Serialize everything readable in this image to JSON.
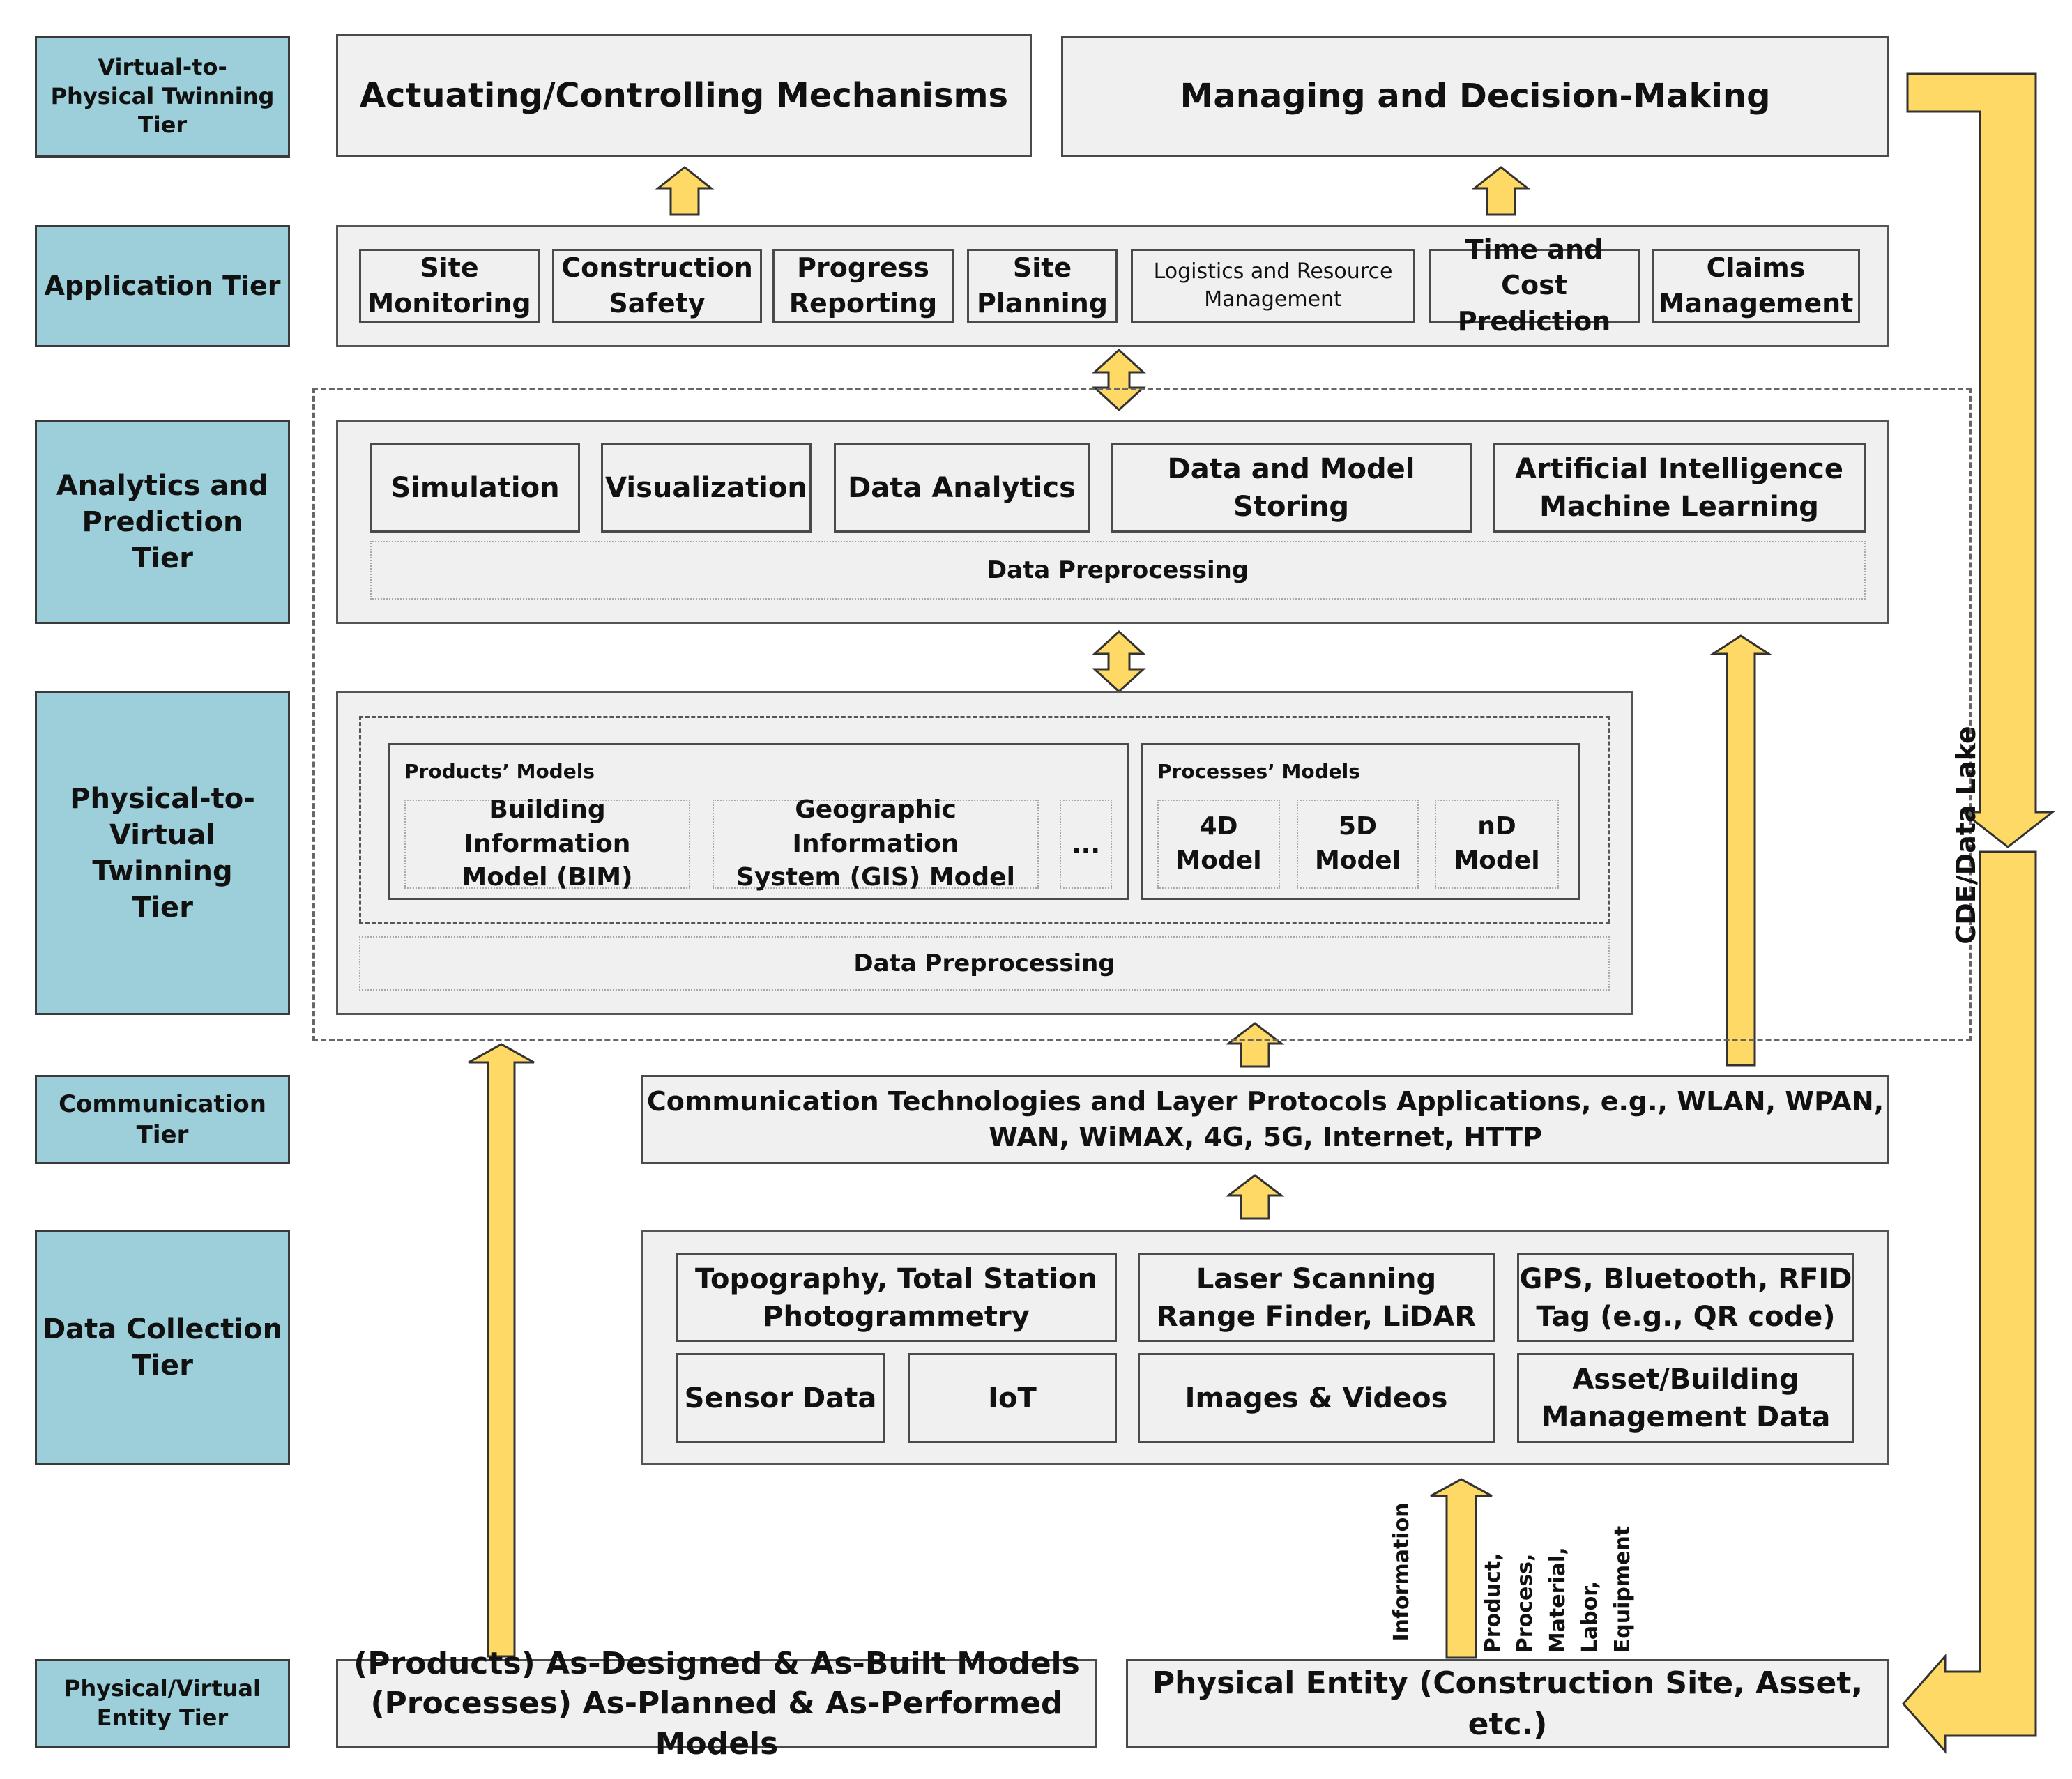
{
  "tiers": {
    "virtual_to_physical": "Virtual-to-\nPhysical Twinning\nTier",
    "application": "Application Tier",
    "analytics": "Analytics and\nPrediction\nTier",
    "physical_to_virtual": "Physical-to-\nVirtual Twinning\nTier",
    "communication": "Communication\nTier",
    "data_collection": "Data Collection\nTier",
    "entity": "Physical/Virtual\nEntity Tier"
  },
  "v2p": {
    "actuating": "Actuating/Controlling Mechanisms",
    "managing": "Managing and Decision-Making"
  },
  "application": {
    "items": [
      "Site\nMonitoring",
      "Construction\nSafety",
      "Progress\nReporting",
      "Site\nPlanning",
      "Logistics and Resource\nManagement",
      "Time and Cost\nPrediction",
      "Claims\nManagement"
    ]
  },
  "analytics": {
    "items": [
      "Simulation",
      "Visualization",
      "Data Analytics",
      "Data and Model Storing",
      "Artificial Intelligence\nMachine Learning"
    ],
    "preprocessing": "Data Preprocessing"
  },
  "p2v": {
    "products_label": "Products’ Models",
    "products": [
      "Building Information\nModel (BIM)",
      "Geographic Information\nSystem (GIS) Model",
      "..."
    ],
    "processes_label": "Processes’ Models",
    "processes": [
      "4D\nModel",
      "5D\nModel",
      "nD\nModel"
    ],
    "preprocessing": "Data Preprocessing"
  },
  "cde_label": "CDE/Data Lake",
  "communication": {
    "text": "Communication Technologies and Layer Protocols Applications, e.g., WLAN, WPAN,\nWAN, WiMAX, 4G, 5G, Internet, HTTP"
  },
  "data_collection": {
    "items": [
      "Topography, Total Station\nPhotogrammetry",
      "Laser Scanning\nRange Finder, LiDAR",
      "GPS, Bluetooth, RFID\nTag (e.g., QR code)",
      "Sensor Data",
      "IoT",
      "Images & Videos",
      "Asset/Building\nManagement Data"
    ]
  },
  "entity": {
    "models": "(Products) As-Designed & As-Built Models\n(Processes) As-Planned & As-Performed Models",
    "physical": "Physical Entity (Construction Site, Asset, etc.)"
  },
  "flow_labels": {
    "information": "Information",
    "resources": "Product,\nProcess,\nMaterial,\nLabor,\nEquipment"
  },
  "colors": {
    "tier_fill": "#9ccfd9",
    "box_fill": "#f0f0f0",
    "arrow_fill": "#ffd966",
    "arrow_stroke": "#333333"
  }
}
